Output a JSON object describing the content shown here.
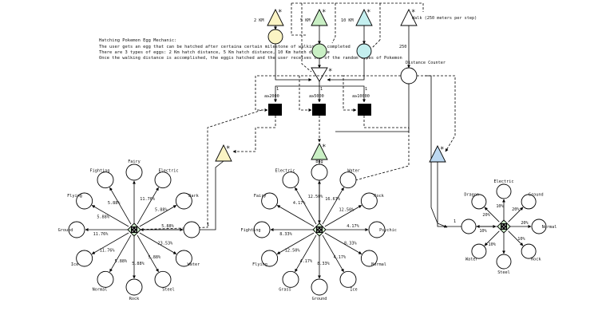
{
  "description": {
    "title": "Hatching Pokemon Egg Mechanic:",
    "lines": [
      "The user gets an egg that can be hatched after certaina certain milestone of walking is completed",
      "There are 3 types of eggs: 2 Km hatch distance, 5 Km hatch distance, 10 Km hatch distance",
      "Once the walking distance is accomplished, the eggis hatched and the user receives one of the random types of Pokemon"
    ]
  },
  "sources": {
    "egg_2km": "2 KM",
    "egg_5km": "5 KM",
    "egg_10km": "10 KM",
    "walk": "Walk (250 meters per step)",
    "walk_rate": "250",
    "counter": "Distance Counter",
    "star": "*"
  },
  "gates": [
    {
      "label": "a≥2000"
    },
    {
      "label": "a≥5000"
    },
    {
      "label": "a≥10000"
    }
  ],
  "flow_labels": {
    "one": "1"
  },
  "colors": {
    "yellow": "#fbf4c4",
    "green": "#c9efc4",
    "cyan": "#c4efef",
    "blue": "#bcd8f0"
  },
  "wheels": {
    "left": {
      "items": [
        {
          "name": "Fairy",
          "pct": ""
        },
        {
          "name": "Electric",
          "pct": "11.76%"
        },
        {
          "name": "Dark",
          "pct": "5.88%"
        },
        {
          "name": "",
          "pct": "5.88%"
        },
        {
          "name": "Water",
          "pct": "23.53%"
        },
        {
          "name": "Steel",
          "pct": "5.88%"
        },
        {
          "name": "Rock",
          "pct": "5.88%"
        },
        {
          "name": "Normal",
          "pct": "5.88%"
        },
        {
          "name": "Ice",
          "pct": "11.76%"
        },
        {
          "name": "Ground",
          "pct": "11.76%"
        },
        {
          "name": "Flying",
          "pct": "5.88%"
        },
        {
          "name": "Fighting",
          "pct": "5.88%"
        }
      ]
    },
    "middle": {
      "items": [
        {
          "name": "Water",
          "pct": "16.67%"
        },
        {
          "name": "Rock",
          "pct": "12.50%"
        },
        {
          "name": "Psychic",
          "pct": "4.17%"
        },
        {
          "name": "Normal",
          "pct": "8.33%"
        },
        {
          "name": "Ice",
          "pct": "4.17%"
        },
        {
          "name": "Ground",
          "pct": "8.33%"
        },
        {
          "name": "Grass",
          "pct": "4.17%"
        },
        {
          "name": "Flying",
          "pct": "12.50%"
        },
        {
          "name": "Fighting",
          "pct": "8.33%"
        },
        {
          "name": "Fairy",
          "pct": ""
        },
        {
          "name": "Electric",
          "pct": "4.17%"
        },
        {
          "name": "Bug",
          "pct": "12.50%"
        }
      ]
    },
    "right": {
      "items": [
        {
          "name": "Electric",
          "pct": "10%"
        },
        {
          "name": "Ground",
          "pct": "20%"
        },
        {
          "name": "Normal",
          "pct": "20%"
        },
        {
          "name": "Rock",
          "pct": "10%"
        },
        {
          "name": "Steel",
          "pct": ""
        },
        {
          "name": "Water",
          "pct": "10%"
        },
        {
          "name": "",
          "pct": "10%"
        },
        {
          "name": "Dragon",
          "pct": "20%"
        }
      ]
    }
  }
}
